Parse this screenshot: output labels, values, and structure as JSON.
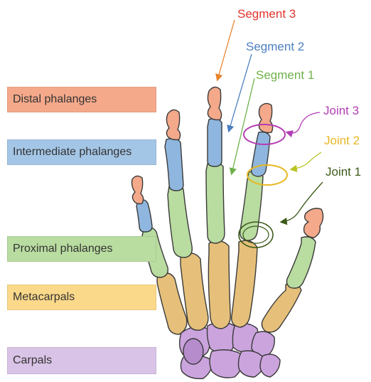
{
  "legend": [
    {
      "id": "distal",
      "label": "Distal phalanges",
      "color": "#f4a98a"
    },
    {
      "id": "intermediate",
      "label": "Intermediate phalanges",
      "color": "#a4c6e6"
    },
    {
      "id": "proximal",
      "label": "Proximal phalanges",
      "color": "#b9dca0"
    },
    {
      "id": "metacarpals",
      "label": "Metacarpals",
      "color": "#fbd98a"
    },
    {
      "id": "carpals",
      "label": "Carpals",
      "color": "#d9c3e6"
    }
  ],
  "callouts": {
    "segment3": {
      "label": "Segment 3",
      "color": "#e0342e"
    },
    "segment2": {
      "label": "Segment 2",
      "color": "#4c7fc0"
    },
    "segment1": {
      "label": "Segment 1",
      "color": "#6fb14b"
    },
    "joint3": {
      "label": "Joint 3",
      "color": "#b43db6"
    },
    "joint2": {
      "label": "Joint 2",
      "color": "#e8b822"
    },
    "joint1": {
      "label": "Joint 1",
      "color": "#3c5a1a"
    }
  },
  "bone_colors": {
    "distal": "#f4a98a",
    "intermediate": "#8fb6de",
    "proximal": "#b9dca0",
    "metacarpal": "#e6c07a",
    "carpal": "#cba4de",
    "outline": "#3a3a3a"
  }
}
